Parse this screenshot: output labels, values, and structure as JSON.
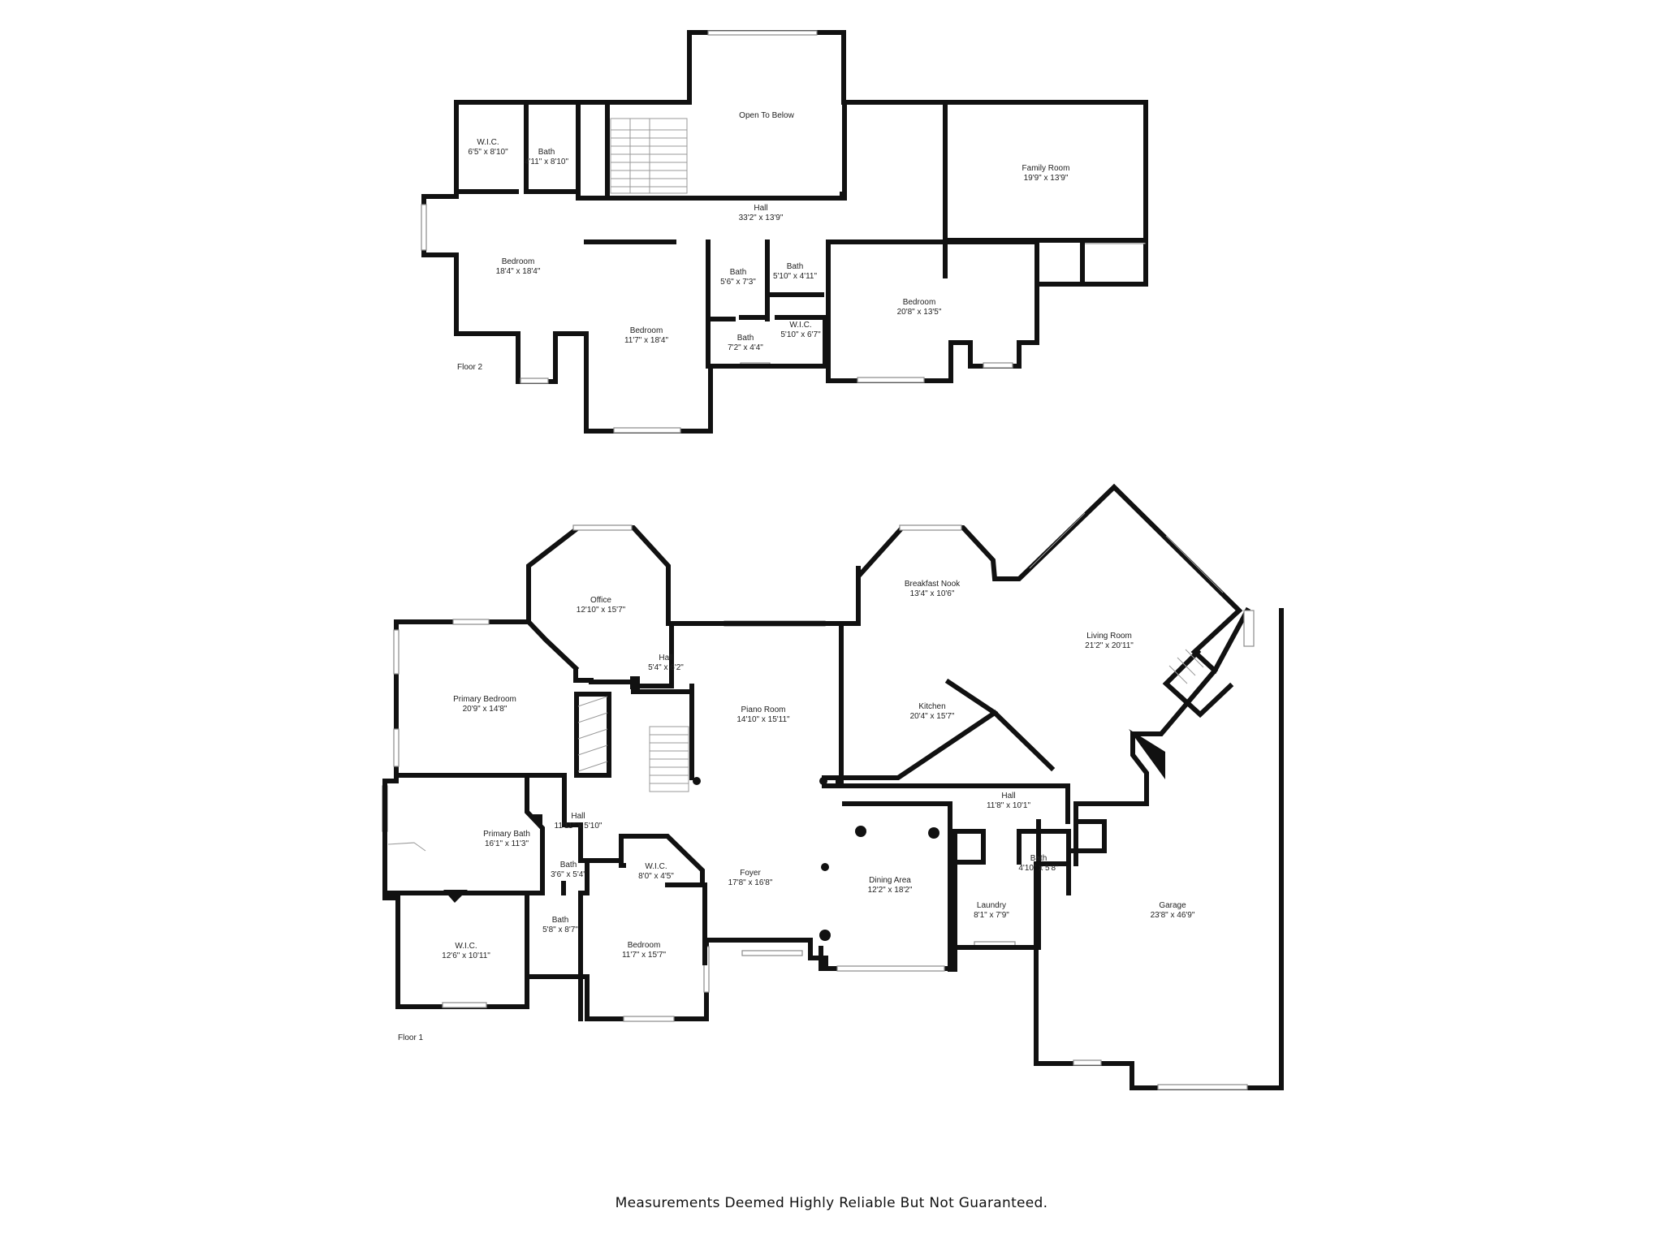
{
  "floor2": {
    "label": "Floor 2",
    "rooms": [
      {
        "name": "W.I.C.",
        "dim": "6'5\" x 8'10\""
      },
      {
        "name": "Bath",
        "dim": "4'11\" x 8'10\""
      },
      {
        "name": "Open To Below",
        "dim": ""
      },
      {
        "name": "Family Room",
        "dim": "19'9\" x 13'9\""
      },
      {
        "name": "Hall",
        "dim": "33'2\" x 13'9\""
      },
      {
        "name": "Bedroom",
        "dim": "18'4\" x 18'4\""
      },
      {
        "name": "Bath",
        "dim": "5'6\" x 7'3\""
      },
      {
        "name": "Bath",
        "dim": "5'10\" x 4'11\""
      },
      {
        "name": "Bedroom",
        "dim": "20'8\" x 13'5\""
      },
      {
        "name": "Bedroom",
        "dim": "11'7\" x 18'4\""
      },
      {
        "name": "W.I.C.",
        "dim": "5'10\" x 6'7\""
      },
      {
        "name": "Bath",
        "dim": "7'2\" x 4'4\""
      }
    ]
  },
  "floor1": {
    "label": "Floor 1",
    "rooms": [
      {
        "name": "Office",
        "dim": "12'10\" x 15'7\""
      },
      {
        "name": "Breakfast Nook",
        "dim": "13'4\" x 10'6\""
      },
      {
        "name": "Living Room",
        "dim": "21'2\" x 20'11\""
      },
      {
        "name": "Primary Bedroom",
        "dim": "20'9\" x 14'8\""
      },
      {
        "name": "Hall",
        "dim": "5'4\" x 6'2\""
      },
      {
        "name": "Piano Room",
        "dim": "14'10\" x 15'11\""
      },
      {
        "name": "Kitchen",
        "dim": "20'4\" x 15'7\""
      },
      {
        "name": "Hall",
        "dim": "11'11\" x 5'10\""
      },
      {
        "name": "Hall",
        "dim": "11'8\" x 10'1\""
      },
      {
        "name": "Primary Bath",
        "dim": "16'1\" x 11'3\""
      },
      {
        "name": "Bath",
        "dim": "3'6\" x 5'4\""
      },
      {
        "name": "W.I.C.",
        "dim": "8'0\" x 4'5\""
      },
      {
        "name": "Foyer",
        "dim": "17'8\" x 16'8\""
      },
      {
        "name": "Dining Area",
        "dim": "12'2\" x 18'2\""
      },
      {
        "name": "Bath",
        "dim": "4'10\" x 5'8\""
      },
      {
        "name": "Garage",
        "dim": "23'8\" x 46'9\""
      },
      {
        "name": "Laundry",
        "dim": "8'1\" x 7'9\""
      },
      {
        "name": "Bath",
        "dim": "5'8\" x 8'7\""
      },
      {
        "name": "W.I.C.",
        "dim": "12'6\" x 10'11\""
      },
      {
        "name": "Bedroom",
        "dim": "11'7\" x 15'7\""
      }
    ]
  },
  "disclaimer": "Measurements Deemed Highly Reliable But Not Guaranteed."
}
